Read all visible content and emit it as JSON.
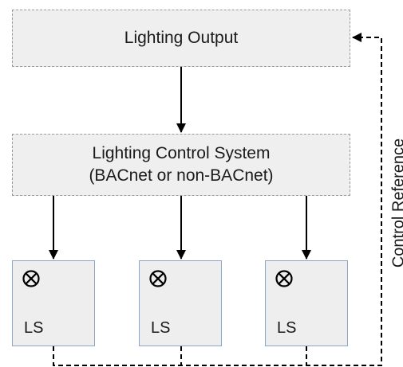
{
  "diagram": {
    "output_box": {
      "label": "Lighting Output"
    },
    "control_system_box": {
      "line1": "Lighting Control System",
      "line2": "(BACnet or non-BACnet)"
    },
    "light_sources": [
      {
        "label": "LS",
        "symbol": "lamp-icon"
      },
      {
        "label": "LS",
        "symbol": "lamp-icon"
      },
      {
        "label": "LS",
        "symbol": "lamp-icon"
      }
    ],
    "feedback_label": "Control Reference"
  }
}
